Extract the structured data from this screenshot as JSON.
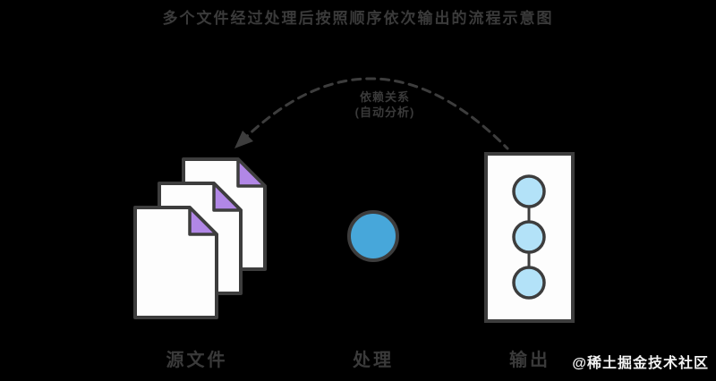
{
  "diagram": {
    "title": "多个文件经过处理后按照顺序依次输出的流程示意图",
    "arc_label": {
      "line1": "依赖关系",
      "line2": "(自动分析)"
    },
    "nodes": {
      "documents": {
        "label": "源文件"
      },
      "process": {
        "label": "处理"
      },
      "output": {
        "label": "输出"
      }
    },
    "colors": {
      "background": "#000000",
      "stroke": "#3d3d3d",
      "paper": "#fdfdfd",
      "fold": "#b187e6",
      "process_fill": "#47a7da",
      "node_fill": "#b3e2f8",
      "text": "#3a3a3a",
      "watermark": "#f2f2f2"
    }
  },
  "watermark": "@稀土掘金技术社区"
}
